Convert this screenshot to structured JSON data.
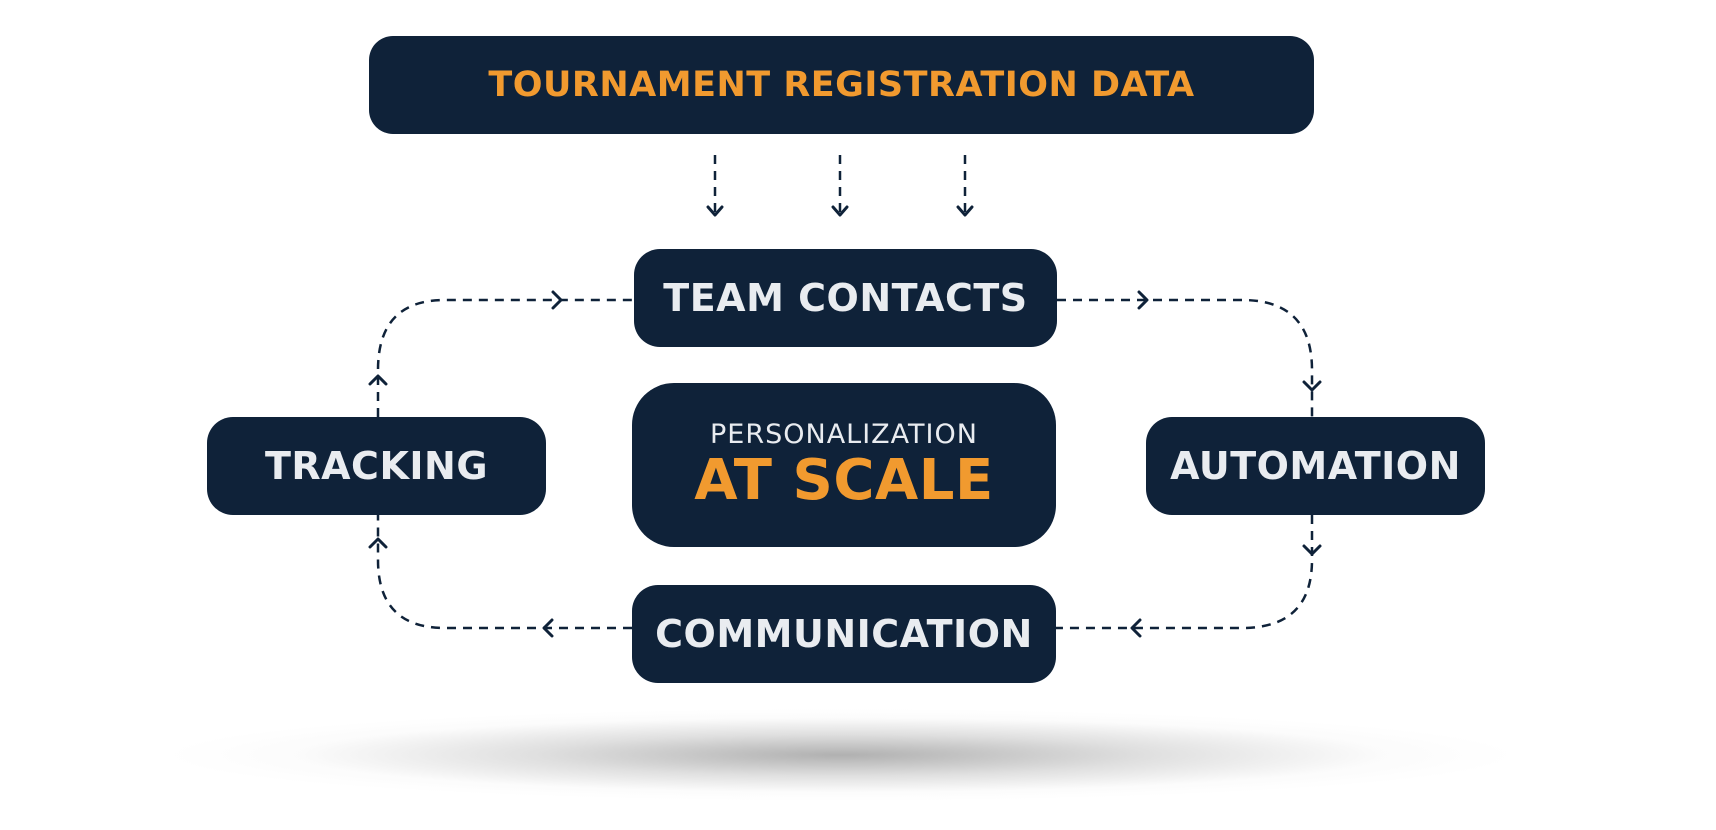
{
  "diagram": {
    "source": {
      "label": "TOURNAMENT REGISTRATION DATA"
    },
    "nodes": {
      "team_contacts": {
        "label": "TEAM CONTACTS"
      },
      "tracking": {
        "label": "TRACKING"
      },
      "automation": {
        "label": "AUTOMATION"
      },
      "communication": {
        "label": "COMMUNICATION"
      }
    },
    "center": {
      "line1": "PERSONALIZATION",
      "line2": "AT SCALE"
    },
    "edges": [
      {
        "from": "source",
        "to": "team_contacts"
      },
      {
        "from": "team_contacts",
        "to": "automation"
      },
      {
        "from": "automation",
        "to": "communication"
      },
      {
        "from": "communication",
        "to": "tracking"
      },
      {
        "from": "tracking",
        "to": "team_contacts"
      }
    ]
  },
  "colors": {
    "box": "#0f2239",
    "accent": "#f19a2f",
    "label": "#e9ecf0",
    "connector": "#0f2239",
    "background": "#ffffff"
  }
}
